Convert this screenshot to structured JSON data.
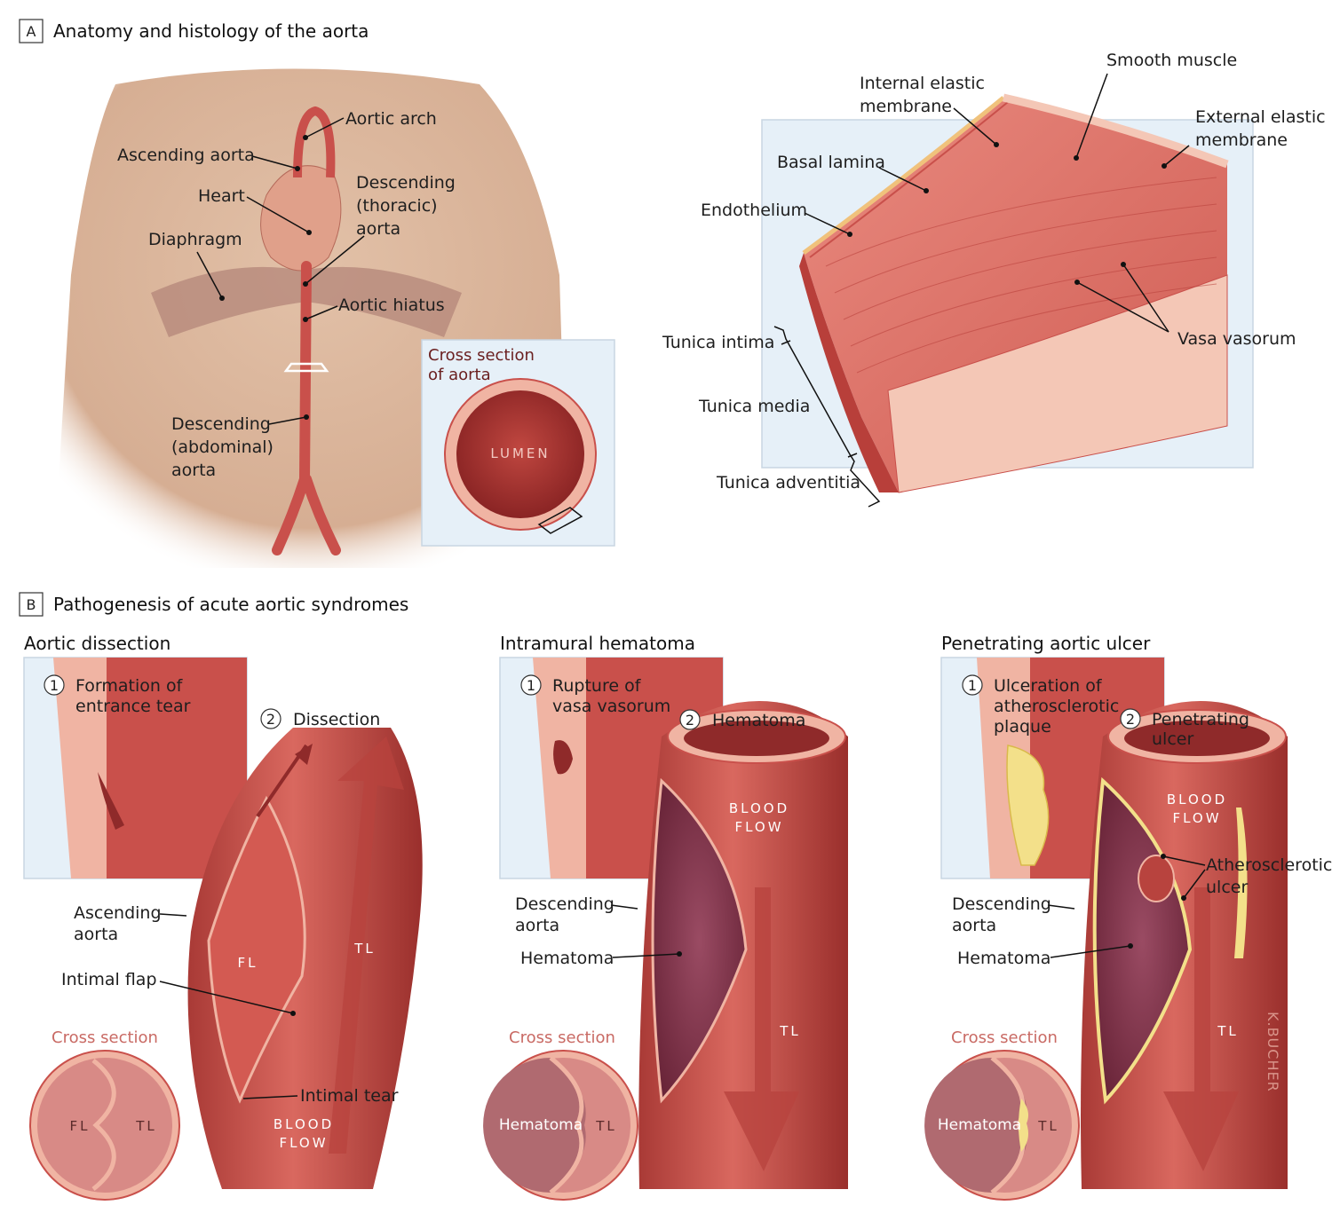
{
  "panelA": {
    "letter": "A",
    "title": "Anatomy and histology of the aorta",
    "torso_labels": {
      "aortic_arch": "Aortic arch",
      "ascending_aorta": "Ascending aorta",
      "heart": "Heart",
      "desc_thoracic_1": "Descending",
      "desc_thoracic_2": "(thoracic)",
      "desc_thoracic_3": "aorta",
      "diaphragm": "Diaphragm",
      "aortic_hiatus": "Aortic hiatus",
      "desc_abdominal_1": "Descending",
      "desc_abdominal_2": "(abdominal)",
      "desc_abdominal_3": "aorta"
    },
    "cross_section": {
      "title_1": "Cross section",
      "title_2": "of aorta",
      "lumen": "LUMEN"
    },
    "wall_labels": {
      "smooth_muscle": "Smooth muscle",
      "internal_elastic_1": "Internal elastic",
      "internal_elastic_2": "membrane",
      "external_elastic_1": "External elastic",
      "external_elastic_2": "membrane",
      "basal_lamina": "Basal lamina",
      "endothelium": "Endothelium",
      "tunica_intima": "Tunica intima",
      "tunica_media": "Tunica media",
      "tunica_adventitia": "Tunica adventitia",
      "vasa_vasorum": "Vasa vasorum"
    }
  },
  "panelB": {
    "letter": "B",
    "title": "Pathogenesis of acute aortic syndromes",
    "dissection": {
      "title": "Aortic dissection",
      "step1_num": "1",
      "step1_a": "Formation of",
      "step1_b": "entrance tear",
      "step2_num": "2",
      "step2": "Dissection",
      "ascending_1": "Ascending",
      "ascending_2": "aorta",
      "intimal_flap": "Intimal flap",
      "intimal_tear": "Intimal tear",
      "fl": "FL",
      "tl": "TL",
      "blood": "BLOOD",
      "flow": "FLOW",
      "cs_title": "Cross section",
      "cs_fl": "FL",
      "cs_tl": "TL"
    },
    "hematoma": {
      "title": "Intramural hematoma",
      "step1_num": "1",
      "step1_a": "Rupture of",
      "step1_b": "vasa vasorum",
      "step2_num": "2",
      "step2": "Hematoma",
      "descending_1": "Descending",
      "descending_2": "aorta",
      "hematoma_label": "Hematoma",
      "blood": "BLOOD",
      "flow": "FLOW",
      "tl": "TL",
      "cs_title": "Cross section",
      "cs_hematoma": "Hematoma",
      "cs_tl": "TL"
    },
    "ulcer": {
      "title": "Penetrating aortic ulcer",
      "step1_num": "1",
      "step1_a": "Ulceration of",
      "step1_b": "atherosclerotic",
      "step1_c": "plaque",
      "step2_num": "2",
      "step2_a": "Penetrating",
      "step2_b": "ulcer",
      "athero_1": "Atherosclerotic",
      "athero_2": "ulcer",
      "descending_1": "Descending",
      "descending_2": "aorta",
      "hematoma_label": "Hematoma",
      "blood": "BLOOD",
      "flow": "FLOW",
      "tl": "TL",
      "cs_title": "Cross section",
      "cs_hematoma": "Hematoma",
      "cs_tl": "TL",
      "signature": "K.BUCHER"
    }
  },
  "colors": {
    "vessel": "#c9504b",
    "vessel_dark": "#8f2a2a",
    "wall": "#f0b4a3",
    "skin": "#d9b49a",
    "panel_bg": "#e6f0f8",
    "plaque": "#f3e08a"
  }
}
